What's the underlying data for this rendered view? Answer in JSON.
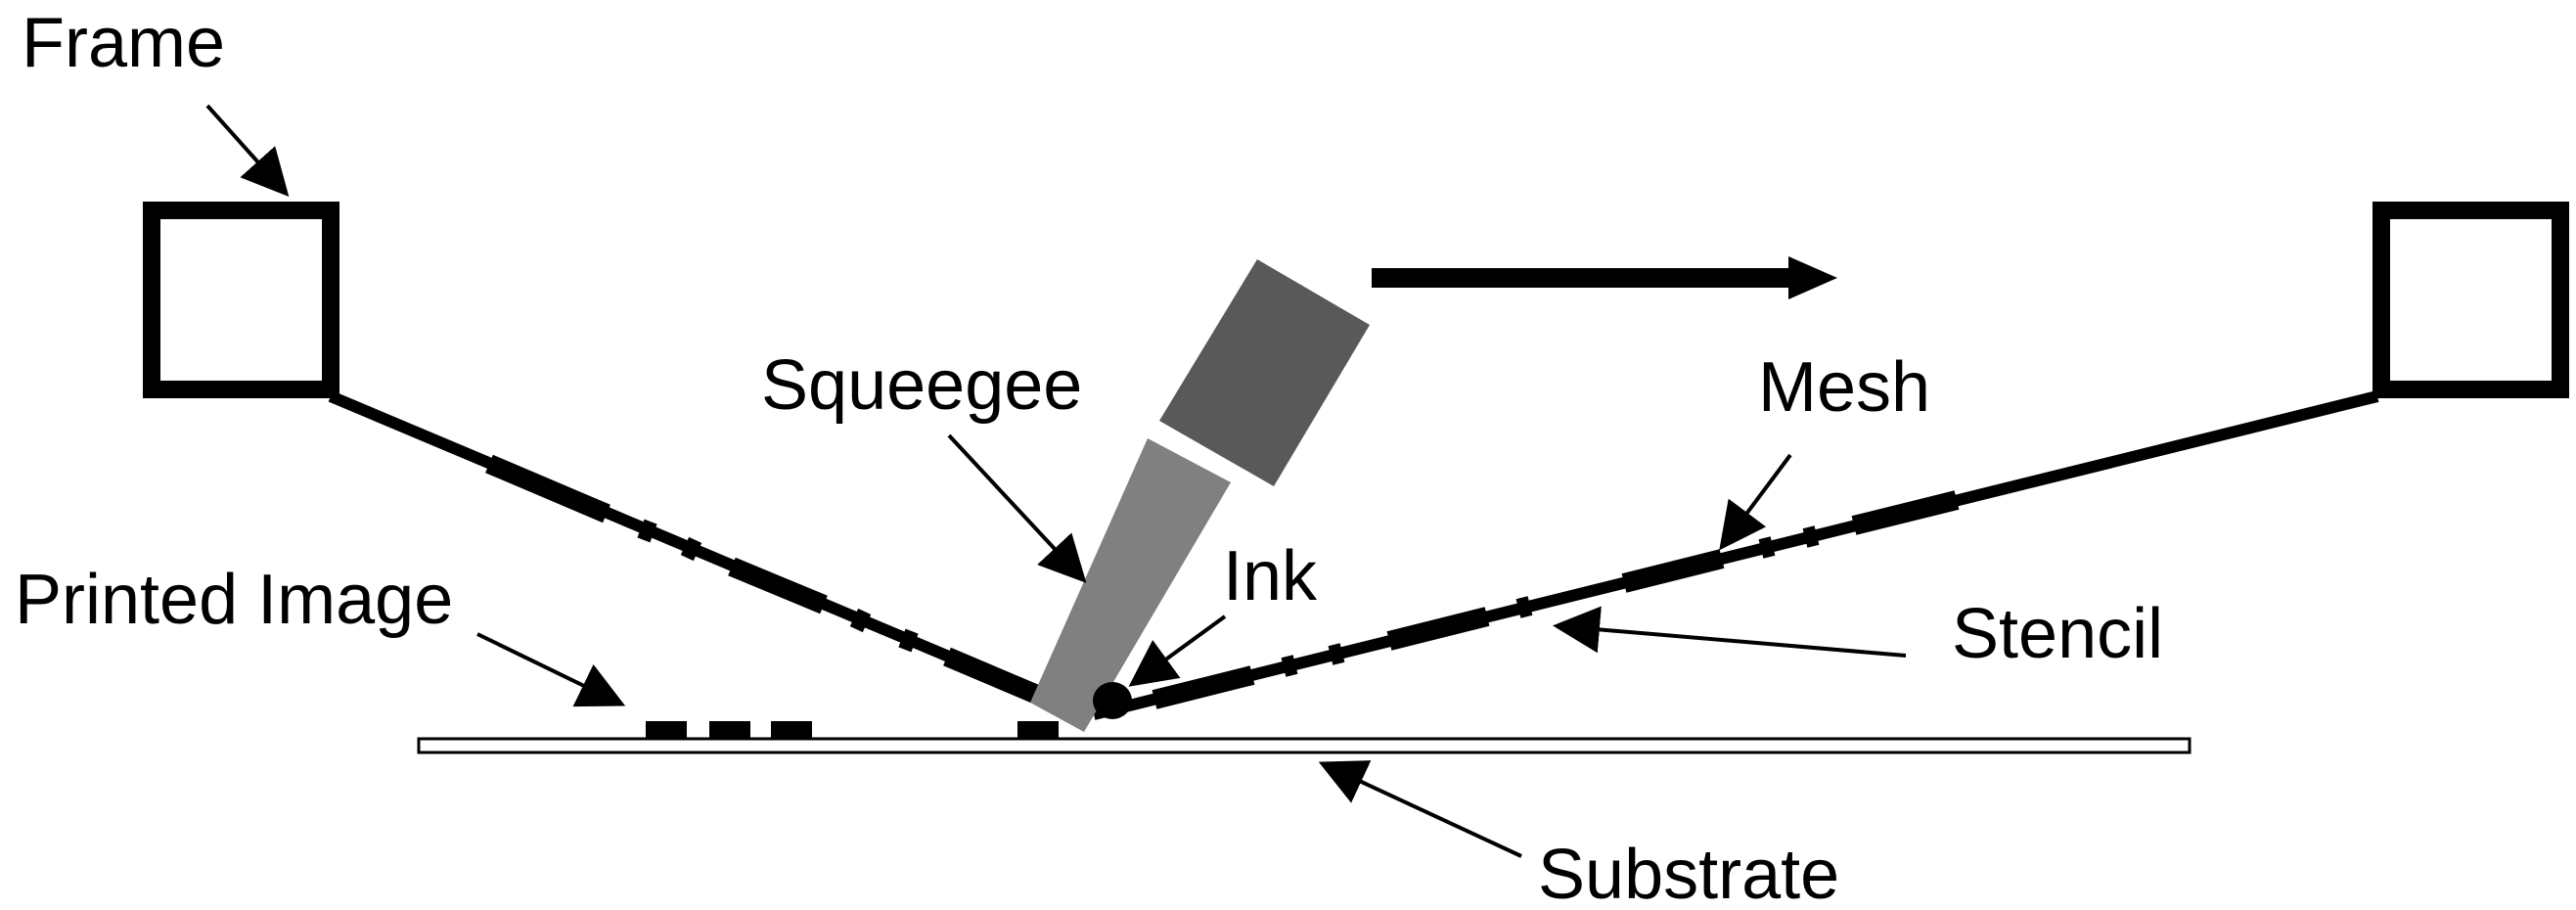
{
  "labels": {
    "frame": "Frame",
    "squeegee": "Squeegee",
    "mesh": "Mesh",
    "ink": "Ink",
    "printed_image": "Printed Image",
    "stencil": "Stencil",
    "substrate": "Substrate"
  },
  "colors": {
    "line": "#000000",
    "squeegee_handle": "#595959",
    "squeegee_blade": "#808080",
    "substrate_fill": "#ffffff",
    "background": "#ffffff"
  }
}
